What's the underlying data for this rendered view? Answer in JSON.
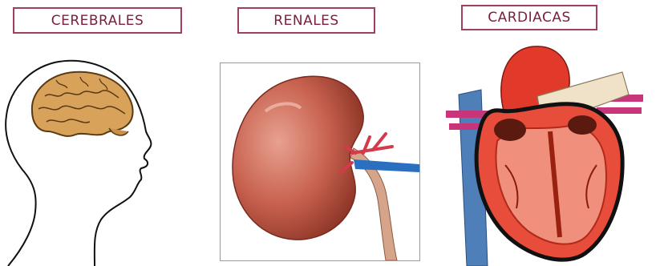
{
  "labels": {
    "cerebrales": "CEREBRALES",
    "renales": "RENALES",
    "cardiacas": "CARDIACAS"
  },
  "colors": {
    "label_border": "#a0405a",
    "label_text": "#7a1f3d",
    "brain": "#d9a25a",
    "kidney": "#c8614f",
    "heart": "#d93a2a",
    "vein_blue": "#2a6fc0",
    "artery_pink": "#c8357a"
  }
}
